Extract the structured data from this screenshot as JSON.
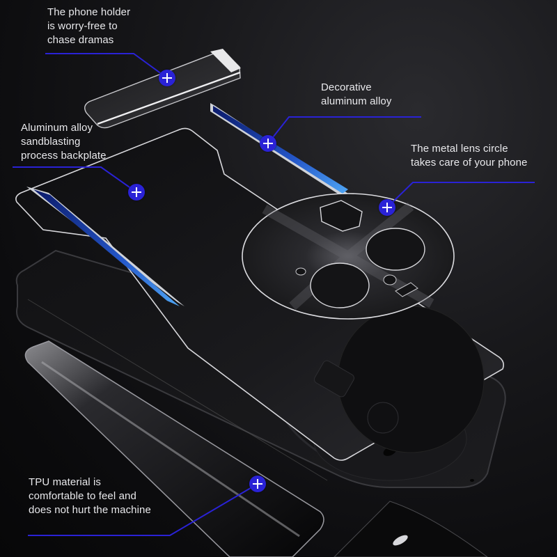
{
  "colors": {
    "background": "#0c0c0e",
    "callout_line": "#2a22d6",
    "marker_fill": "#2a22d6",
    "marker_plus": "#ffffff",
    "text": "#e9e9ec",
    "accent_blue": "#3a8ef0"
  },
  "callouts": [
    {
      "id": "phone-holder",
      "text": "The phone holder\nis worry-free to\nchase dramas",
      "icon": "plus-marker-icon"
    },
    {
      "id": "decorative-alloy",
      "text": "Decorative\naluminum alloy",
      "icon": "plus-marker-icon"
    },
    {
      "id": "backplate",
      "text": "Aluminum alloy\nsandblasting\nprocess backplate",
      "icon": "plus-marker-icon"
    },
    {
      "id": "lens-circle",
      "text": "The metal lens circle\ntakes care of your phone",
      "icon": "plus-marker-icon"
    },
    {
      "id": "tpu-material",
      "text": "TPU material is\ncomfortable to feel and\ndoes not hurt the machine",
      "icon": "plus-marker-icon"
    }
  ]
}
